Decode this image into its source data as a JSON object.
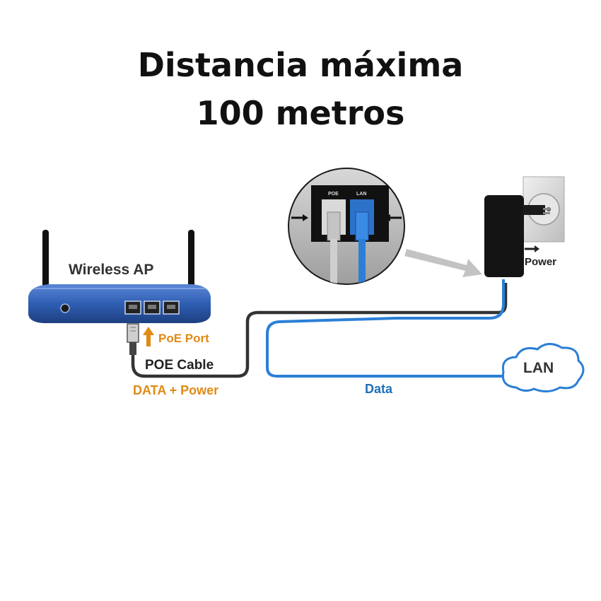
{
  "title": {
    "line1": "Distancia máxima",
    "line2": "100 metros"
  },
  "labels": {
    "wireless_ap": "Wireless AP",
    "poe_port": "PoE Port",
    "poe_cable": "POE Cable",
    "data_power": "DATA + Power",
    "data": "Data",
    "lan": "LAN",
    "power": "Power",
    "inset_poe": "POE",
    "inset_lan": "LAN"
  },
  "colors": {
    "ap_blue": "#2f5fb3",
    "cable_blue": "#2b7fd6",
    "cable_black": "#333333",
    "label_orange": "#e08a14",
    "label_blue": "#1f6fb8"
  }
}
